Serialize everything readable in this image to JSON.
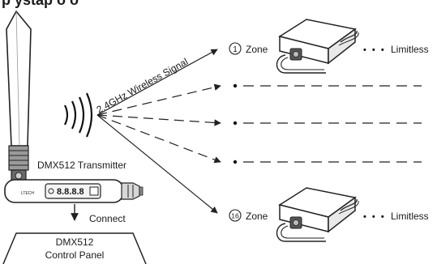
{
  "title_partial": "p   ystap   o    o",
  "signal_label": "2.4GHz Wireless Signal",
  "transmitter_label": "DMX512 Transmitter",
  "connect_label": "Connect",
  "control_panel": {
    "line1": "DMX512",
    "line2": "Control Panel"
  },
  "zones": [
    {
      "number": "1",
      "label": "Zone",
      "more": "• • •",
      "suffix": "Limitless"
    },
    {
      "number": "16",
      "label": "Zone",
      "more": "• • •",
      "suffix": "Limitless"
    }
  ],
  "display_digits": "8.8.8.8"
}
